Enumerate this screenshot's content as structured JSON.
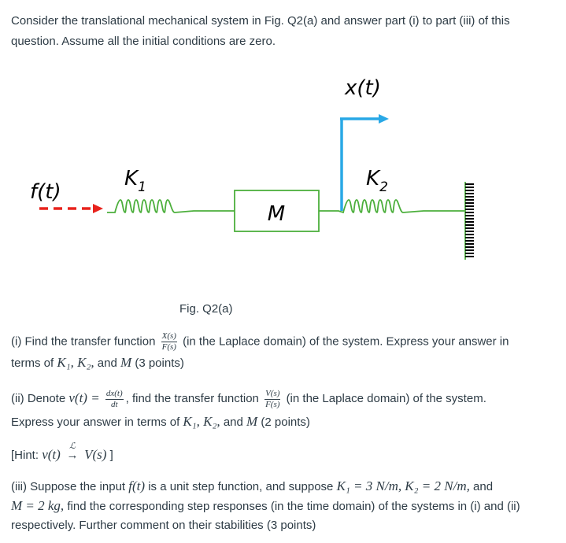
{
  "intro": "Consider the translational mechanical system in Fig. Q2(a) and answer part (i) to part (iii) of this question. Assume all the initial conditions are zero.",
  "figure": {
    "force_label": "f(t)",
    "k1_label": "K",
    "k1_sub": "1",
    "mass_label": "M",
    "k2_label": "K",
    "k2_sub": "2",
    "x_label": "x(t)",
    "caption": "Fig. Q2(a)",
    "colors": {
      "force_arrow": "#e8231d",
      "x_arrow": "#29a8e6",
      "spring": "#4caf3c",
      "ink": "#000000"
    }
  },
  "part_i": {
    "prefix": "(i) Find the transfer function",
    "frac_num": "X(s)",
    "frac_den": "F(s)",
    "mid": "(in the Laplace domain) of the system. Express your answer in",
    "line2_prefix": "terms of",
    "vars": "K₁, K₂,",
    "and": "and",
    "m": "M",
    "points": "(3 points)"
  },
  "part_ii": {
    "prefix": "(ii) Denote",
    "v": "v(t) =",
    "d_num": "dx(t)",
    "d_den": "dt",
    "mid": ", find the transfer function",
    "frac_num": "V(s)",
    "frac_den": "F(s)",
    "suffix": "(in the Laplace domain) of the system.",
    "line2_prefix": "Express your answer in terms of",
    "vars": "K₁, K₂,",
    "and": "and",
    "m": "M",
    "points": "(2 points)"
  },
  "hint": {
    "prefix": "[Hint:",
    "lhs": "v(t)",
    "op": "ℒ",
    "rhs": "V(s)",
    "close": "]"
  },
  "part_iii": {
    "line1_prefix": "(iii) Suppose the input",
    "f": "f(t)",
    "line1_mid": "is a unit step function, and suppose",
    "k1eq": "K₁ = 3 N/m,",
    "k2eq": "K₂ = 2 N/m,",
    "and": "and",
    "meq": "M = 2 kg,",
    "line2_rest": "find the corresponding step responses (in the time domain) of the systems in (i) and (ii)",
    "line3": "respectively. Further comment on their stabilities (3 points)"
  }
}
